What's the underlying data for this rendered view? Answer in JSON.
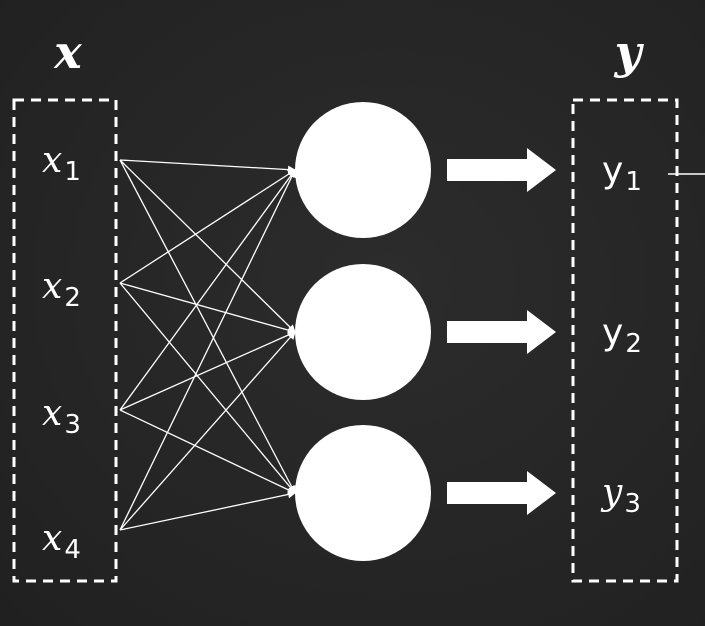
{
  "input_title": "x",
  "output_title": "y",
  "inputs": [
    {
      "base": "x",
      "sub": "1"
    },
    {
      "base": "x",
      "sub": "2"
    },
    {
      "base": "x",
      "sub": "3"
    },
    {
      "base": "x",
      "sub": "4"
    }
  ],
  "outputs": [
    {
      "base": "y",
      "sub": "1"
    },
    {
      "base": "y",
      "sub": "2"
    },
    {
      "base": "y",
      "sub": "3"
    }
  ],
  "hidden_node_count": 3,
  "colors": {
    "background": "#262626",
    "foreground": "#ffffff"
  }
}
